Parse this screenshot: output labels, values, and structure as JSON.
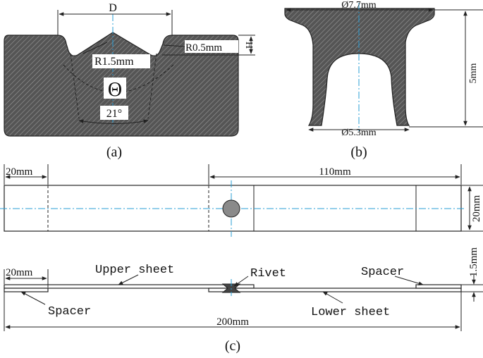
{
  "panel_a": {
    "caption": "(a)",
    "dim_d": "D",
    "dim_h": "H",
    "radius_large": "R1.5mm",
    "radius_small": "R0.5mm",
    "theta": "Θ",
    "angle": "21°"
  },
  "panel_b": {
    "caption": "(b)",
    "top_diameter": "Ø7.7mm",
    "bottom_diameter": "Ø5.3mm",
    "height": "5mm"
  },
  "panel_c": {
    "caption": "(c)",
    "plan": {
      "left_length": "20mm",
      "right_length": "110mm",
      "width": "20mm"
    },
    "section": {
      "left_length": "20mm",
      "upper_sheet": "Upper sheet",
      "rivet": "Rivet",
      "spacer_right": "Spacer",
      "spacer_left": "Spacer",
      "lower_sheet": "Lower sheet",
      "total_length": "200mm",
      "thickness": "1.5mm"
    }
  },
  "colors": {
    "hatch_fill": "#5a5a5a",
    "centerline": "#2a9fd6",
    "rivet_fill": "#8a8a8a"
  }
}
